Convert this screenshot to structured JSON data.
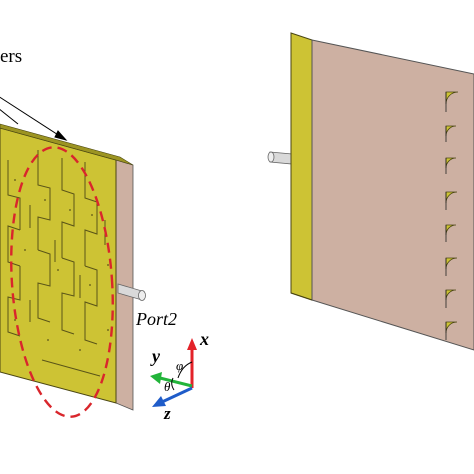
{
  "labels": {
    "callout_text_fragment": "ers",
    "port_label": "Port2"
  },
  "axes": {
    "x_label": "x",
    "y_label": "y",
    "z_label": "z",
    "theta_label": "θ",
    "phi_label": "φ"
  },
  "colors": {
    "copper": "#cdc334",
    "copper_dark": "#9c9422",
    "substrate": "#cdb0a2",
    "substrate_edge": "#8e776c",
    "ellipse": "#d9262c",
    "axis_x": "#e32229",
    "axis_y": "#22b43a",
    "axis_z": "#1f5cc9",
    "port": "#d9d9d9"
  }
}
